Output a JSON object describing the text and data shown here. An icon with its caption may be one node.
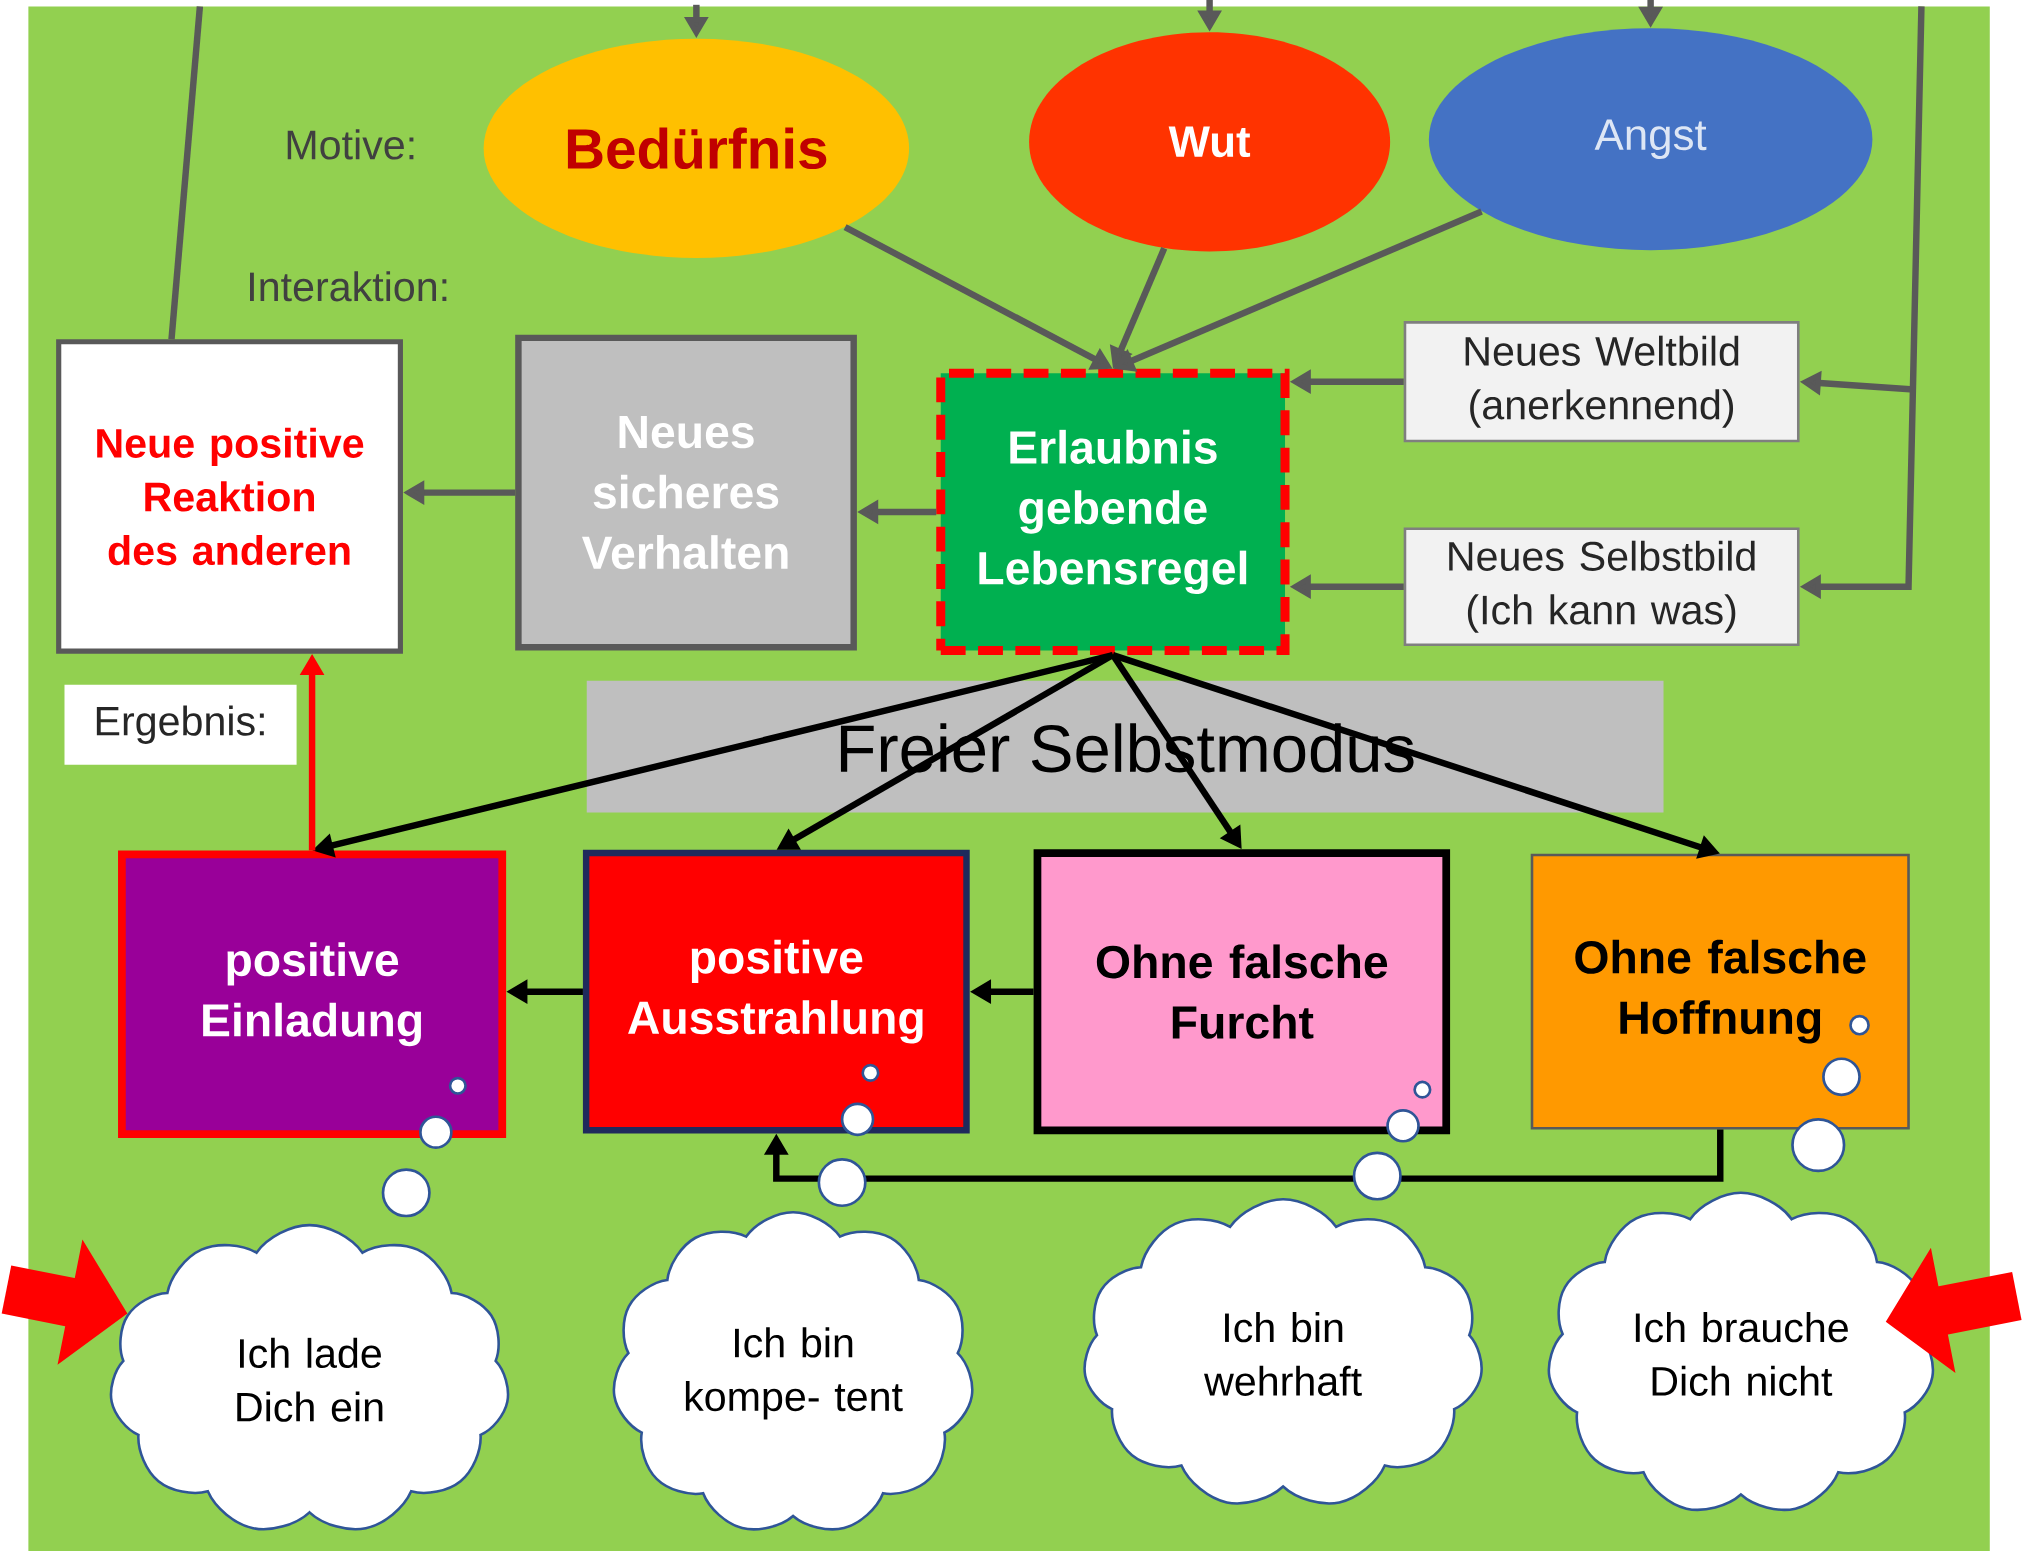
{
  "diagram": {
    "nodes": [
      {
        "text": [
          "Bedürfnis"
        ]
      },
      {
        "text": [
          "Wut"
        ]
      },
      {
        "text": [
          "Angst"
        ]
      },
      {
        "text": [
          "Neue positive Reaktion des anderen"
        ]
      },
      {
        "text": [
          "Neues sicheres Verhalten"
        ]
      },
      {
        "text": [
          "Erlaubnis gebende Lebensregel"
        ]
      },
      {
        "text": [
          "Neues Weltbild (anerkennend)"
        ]
      },
      {
        "text": [
          "Neues Selbstbild (Ich kann was)"
        ]
      },
      {
        "text": [
          "positive Einladung"
        ]
      },
      {
        "text": [
          "positive Ausstrahlung"
        ]
      },
      {
        "text": [
          "Ohne falsche Furcht"
        ]
      },
      {
        "text": [
          "Ohne falsche Hoffnung"
        ]
      },
      {
        "text": [
          "Ich lade Dich ein"
        ]
      },
      {
        "text": [
          "Ich bin kompe- tent"
        ]
      },
      {
        "text": [
          "Ich bin wehrhaft"
        ]
      },
      {
        "text": [
          "Ich brauche Dich nicht"
        ]
      },
      {
        "text": [
          "Ergebnis:"
        ]
      }
    ],
    "edges": [
      {
        "from": 0,
        "to": 5,
        "arrow": "to"
      },
      {
        "from": 1,
        "to": 5,
        "arrow": "to"
      },
      {
        "from": 2,
        "to": 5,
        "arrow": "to"
      },
      {
        "from": 6,
        "to": 5,
        "arrow": "to"
      },
      {
        "from": 7,
        "to": 5,
        "arrow": "to"
      },
      {
        "from": 5,
        "to": 4,
        "arrow": "to"
      },
      {
        "from": 4,
        "to": 3,
        "arrow": "to"
      },
      {
        "from": 5,
        "to": 8,
        "arrow": "to",
        "color": "#000000"
      },
      {
        "from": 5,
        "to": 9,
        "arrow": "to",
        "color": "#000000"
      },
      {
        "from": 5,
        "to": 10,
        "arrow": "to",
        "color": "#000000"
      },
      {
        "from": 5,
        "to": 11,
        "arrow": "to",
        "color": "#000000"
      },
      {
        "from": 9,
        "to": 8,
        "arrow": "to",
        "color": "#000000"
      },
      {
        "from": 10,
        "to": 9,
        "arrow": "to",
        "color": "#000000"
      },
      {
        "from": 11,
        "to": 9,
        "arrow": "to",
        "color": "#000000"
      },
      {
        "from": 8,
        "to": 3,
        "arrow": "to",
        "color": "#ff0000"
      },
      {
        "from": null,
        "to": 0,
        "arrow": "to"
      },
      {
        "from": null,
        "to": 1,
        "arrow": "to"
      },
      {
        "from": null,
        "to": 2,
        "arrow": "to"
      },
      {
        "from": 3,
        "to": null,
        "arrow": "none"
      },
      {
        "from": null,
        "to": 6,
        "arrow": "to"
      },
      {
        "from": null,
        "to": 7,
        "arrow": "to"
      },
      {
        "from": null,
        "to": 12,
        "arrow": "to",
        "style": "thick",
        "color": "#ff0000"
      },
      {
        "from": null,
        "to": 15,
        "arrow": "to",
        "style": "thick",
        "color": "#ff0000"
      }
    ],
    "labels": [
      "Motive:",
      "Interaktion:",
      "Freier Selbstmodus"
    ]
  }
}
